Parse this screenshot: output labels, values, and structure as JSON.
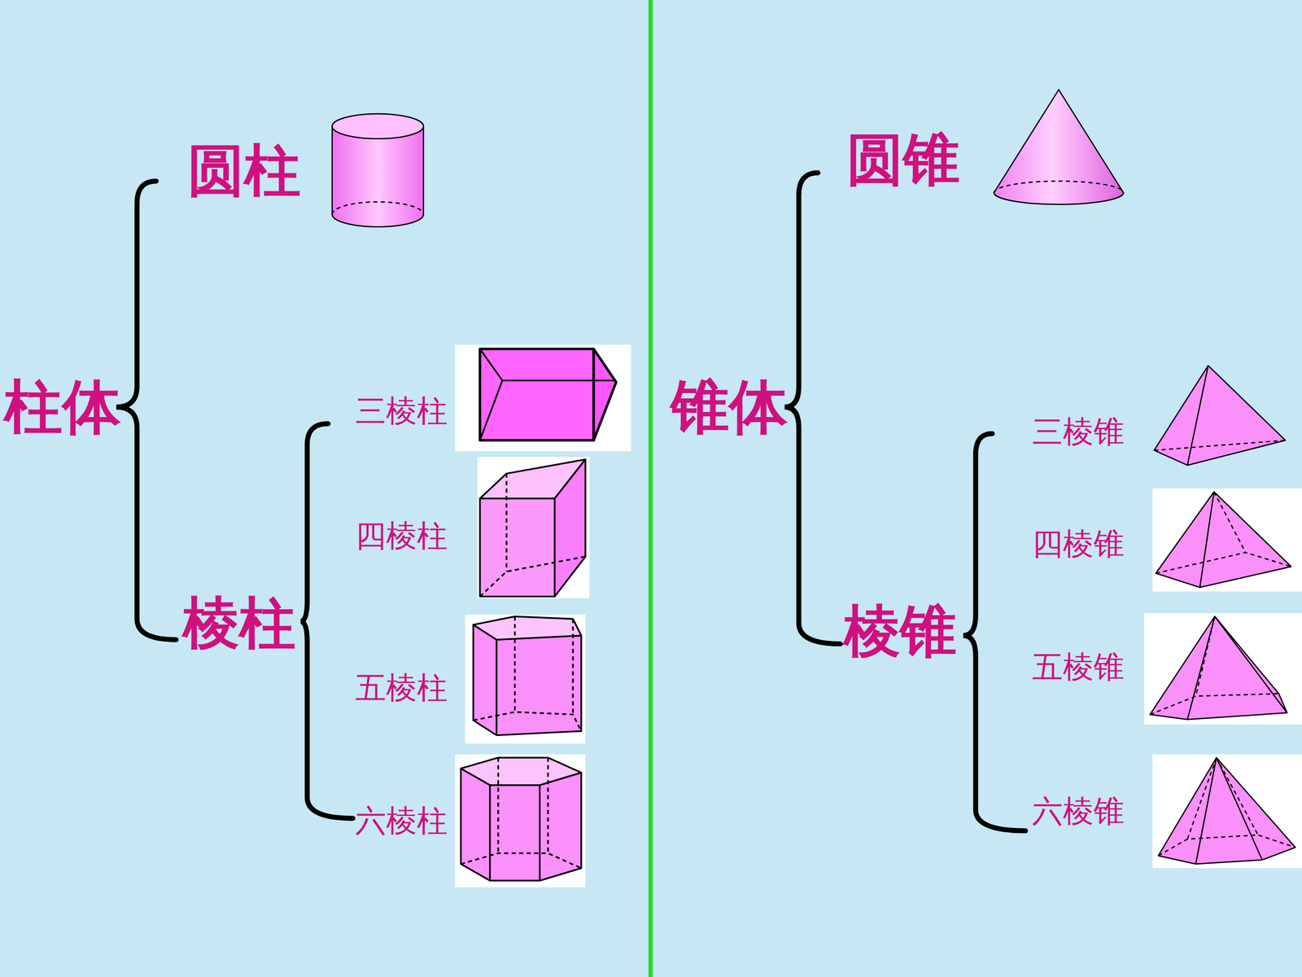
{
  "diagram": {
    "labels": [
      "柱体",
      "圆柱",
      "棱柱",
      "三棱柱",
      "四棱柱",
      "五棱柱",
      "六棱柱",
      "锥体",
      "圆锥",
      "棱锥",
      "三棱锥",
      "四棱锥",
      "五棱锥",
      "六棱锥"
    ]
  }
}
